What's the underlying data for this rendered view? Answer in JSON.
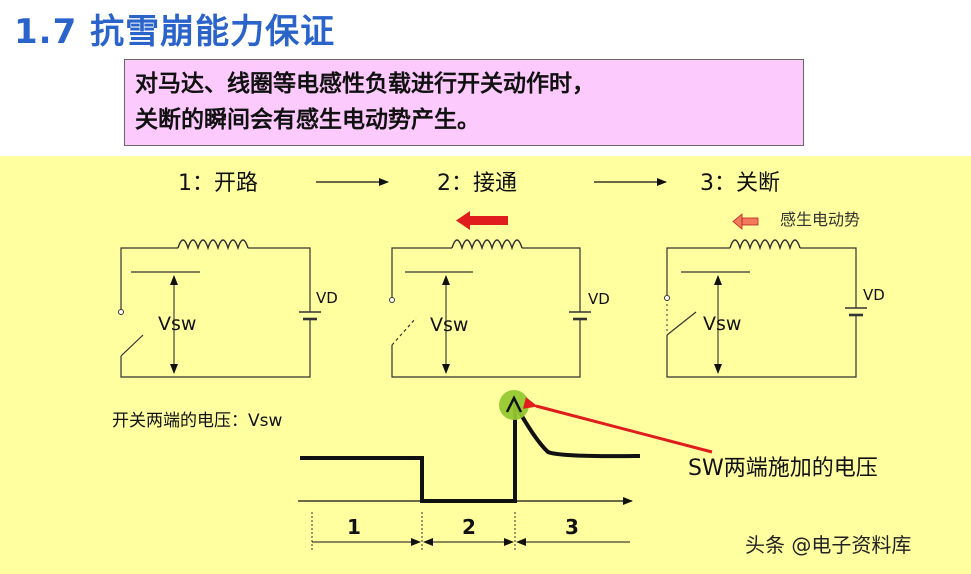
{
  "title": "1.7 抗雪崩能力保证",
  "callout": {
    "line1": "对马达、线圈等电感性负载进行开关动作时，",
    "line2": "关断的瞬间会有感生电动势产生。"
  },
  "steps": [
    "1：开路",
    "2：接通",
    "3：关断"
  ],
  "circuit": {
    "vsw_label": "Vsw",
    "vd_label": "VD",
    "emf_label": "感生电动势"
  },
  "waveform": {
    "label": "开关两端的电压：Vsw",
    "annotation": "SW两端施加的电压",
    "segments": [
      "1",
      "2",
      "3"
    ]
  },
  "watermark": "头条 @电子资料库",
  "colors": {
    "title": "#2a63c9",
    "callout_bg": "#fccafc",
    "panel_bg": "#ffffa0",
    "arrow_red": "#e11c1c",
    "spike_dot": "#96c832"
  }
}
